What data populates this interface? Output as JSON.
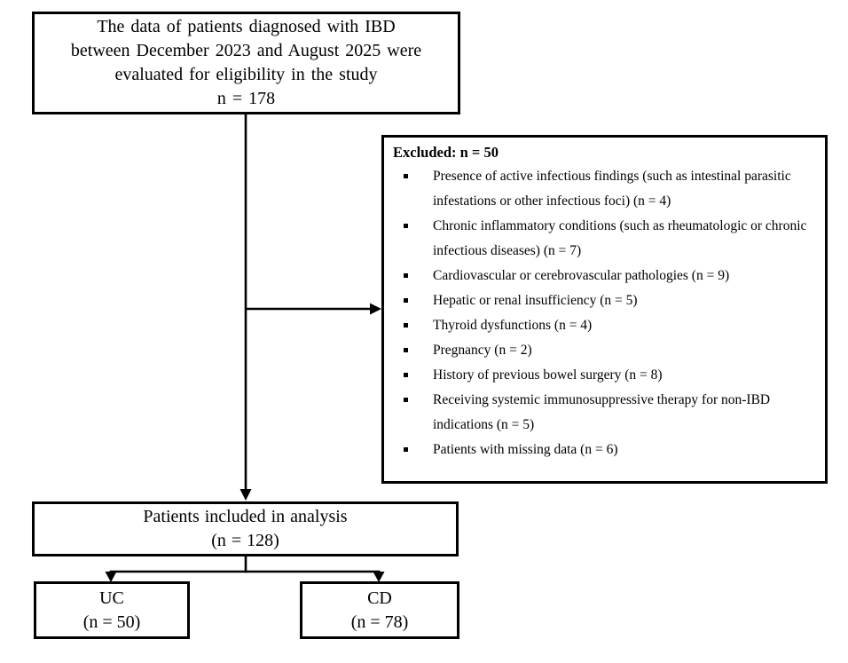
{
  "colors": {
    "background": "#ffffff",
    "box_border": "#000000",
    "line": "#000000",
    "text": "#000000"
  },
  "boxes": {
    "eligibility": {
      "text": "The data of patients diagnosed with IBD\nbetween December 2023 and August 2025 were\nevaluated for eligibility in the study\nn = 178"
    },
    "excluded": {
      "title": "Excluded: n = 50",
      "items": [
        "Presence of active infectious findings (such as intestinal parasitic infestations or other infectious foci) (n = 4)",
        "Chronic inflammatory conditions (such as rheumatologic or chronic infectious diseases) (n = 7)",
        "Cardiovascular or cerebrovascular pathologies (n = 9)",
        "Hepatic or renal insufficiency (n = 5)",
        "Thyroid dysfunctions (n = 4)",
        "Pregnancy (n = 2)",
        "History of previous bowel surgery (n = 8)",
        "Receiving systemic immunosuppressive therapy for non-IBD indications (n = 5)",
        "Patients with missing data (n = 6)"
      ]
    },
    "included": {
      "text": "Patients included in analysis\n(n = 128)"
    },
    "uc": {
      "text": "UC\n(n = 50)"
    },
    "cd": {
      "text": "CD\n(n = 78)"
    }
  }
}
